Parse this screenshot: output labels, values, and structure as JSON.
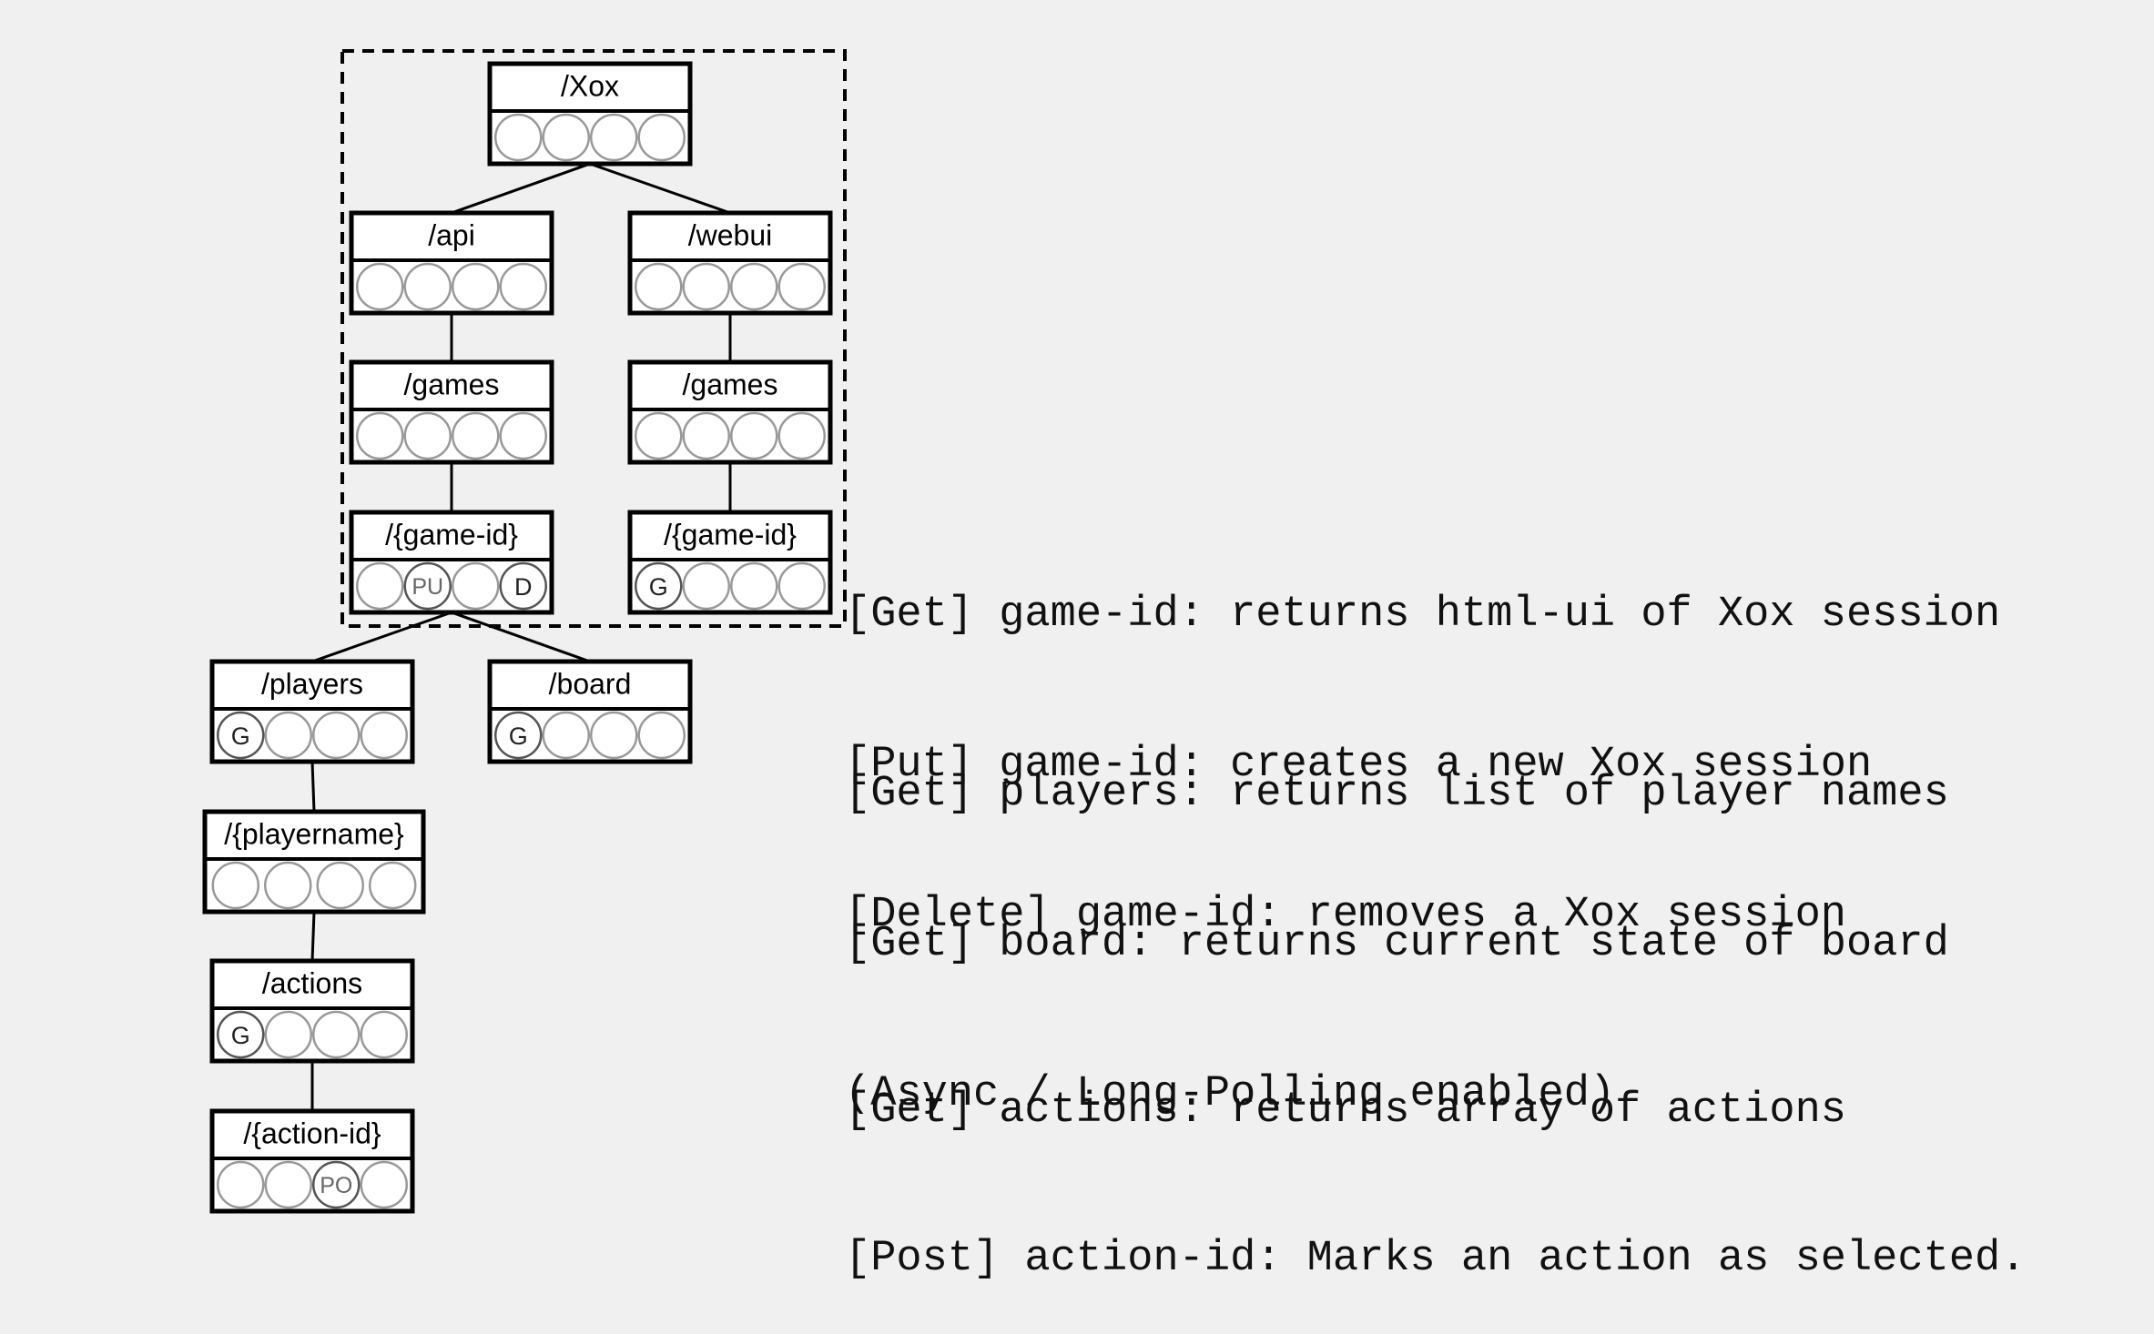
{
  "nodes": [
    {
      "id": "xox",
      "title": "/Xox",
      "methods": [
        "",
        "",
        "",
        ""
      ]
    },
    {
      "id": "api",
      "title": "/api",
      "methods": [
        "",
        "",
        "",
        ""
      ]
    },
    {
      "id": "webui",
      "title": "/webui",
      "methods": [
        "",
        "",
        "",
        ""
      ]
    },
    {
      "id": "api-games",
      "title": "/games",
      "methods": [
        "",
        "",
        "",
        ""
      ]
    },
    {
      "id": "webui-games",
      "title": "/games",
      "methods": [
        "",
        "",
        "",
        ""
      ]
    },
    {
      "id": "api-game-id",
      "title": "/{game-id}",
      "methods": [
        "",
        "PU",
        "",
        "D"
      ]
    },
    {
      "id": "webui-game-id",
      "title": "/{game-id}",
      "methods": [
        "G",
        "",
        "",
        ""
      ]
    },
    {
      "id": "players",
      "title": "/players",
      "methods": [
        "G",
        "",
        "",
        ""
      ]
    },
    {
      "id": "board",
      "title": "/board",
      "methods": [
        "G",
        "",
        "",
        ""
      ]
    },
    {
      "id": "playername",
      "title": "/{playername}",
      "methods": [
        "",
        "",
        "",
        ""
      ]
    },
    {
      "id": "actions",
      "title": "/actions",
      "methods": [
        "G",
        "",
        "",
        ""
      ]
    },
    {
      "id": "action-id",
      "title": "/{action-id}",
      "methods": [
        "",
        "",
        "PO",
        ""
      ]
    }
  ],
  "edges": [
    [
      "xox",
      "api"
    ],
    [
      "xox",
      "webui"
    ],
    [
      "api",
      "api-games"
    ],
    [
      "webui",
      "webui-games"
    ],
    [
      "api-games",
      "api-game-id"
    ],
    [
      "webui-games",
      "webui-game-id"
    ],
    [
      "api-game-id",
      "players"
    ],
    [
      "api-game-id",
      "board"
    ],
    [
      "players",
      "playername"
    ],
    [
      "playername",
      "actions"
    ],
    [
      "actions",
      "action-id"
    ]
  ],
  "descriptions": {
    "game_id": [
      "[Get] game-id: returns html-ui of Xox session",
      "[Put] game-id: creates a new Xox session",
      "[Delete] game-id: removes a Xox session"
    ],
    "players_board": [
      "[Get] players: returns list of player names",
      "[Get] board: returns current state of board",
      "(Async / Long-Polling enabled)"
    ],
    "actions": [
      "[Get] actions: returns array of actions"
    ],
    "action_id": [
      "[Post] action-id: Marks an action as selected."
    ]
  }
}
